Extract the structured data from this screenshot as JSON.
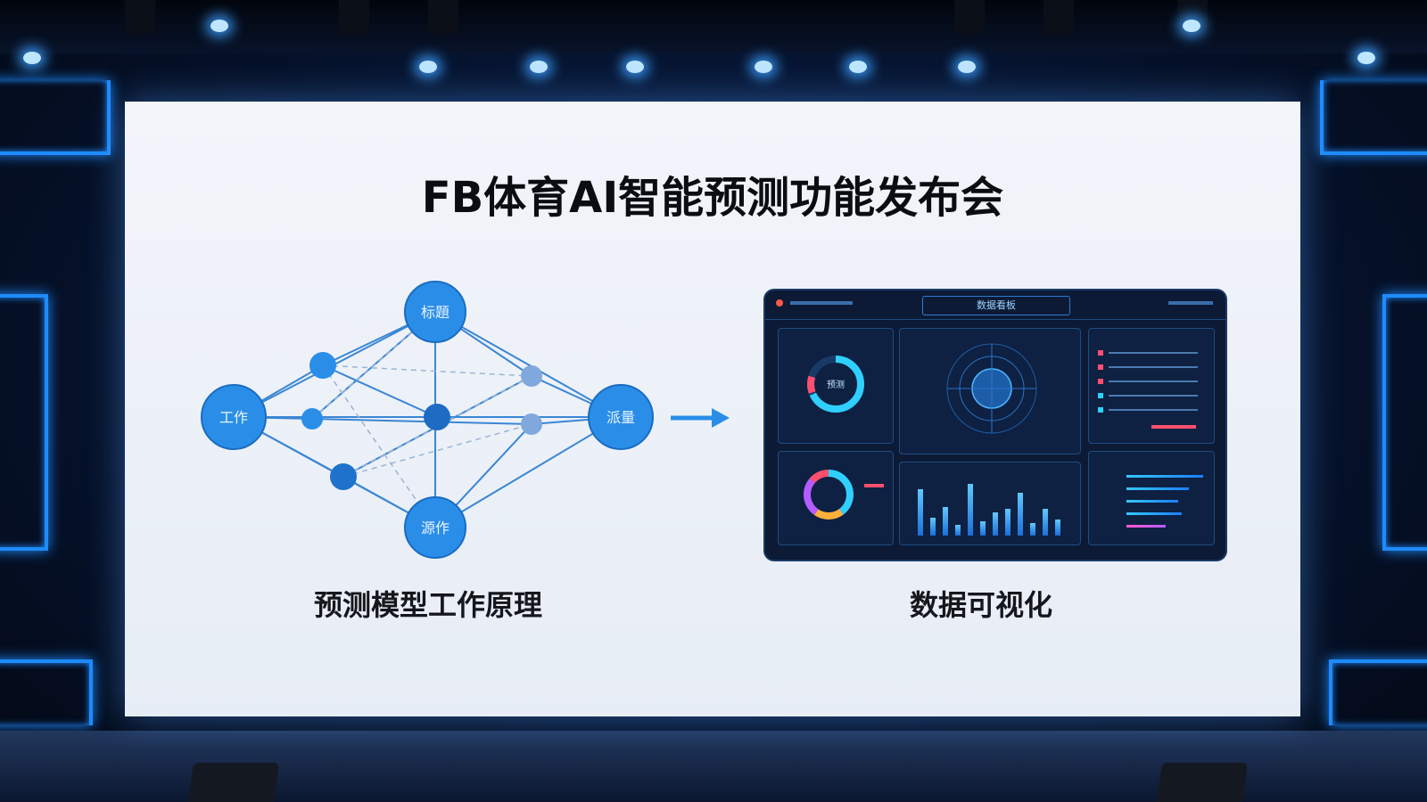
{
  "slide": {
    "title": "FB体育AI智能预测功能发布会",
    "left_caption": "预测模型工作原理",
    "right_caption": "数据可视化"
  },
  "diagram": {
    "nodes": [
      {
        "id": "top",
        "label": "标題"
      },
      {
        "id": "left",
        "label": "工作"
      },
      {
        "id": "right",
        "label": "派量"
      },
      {
        "id": "bottom",
        "label": "源作"
      }
    ]
  },
  "dashboard": {
    "header_title": "数据看板",
    "gauge_label": "预测"
  },
  "colors": {
    "accent": "#1e8bff",
    "node_fill": "#2a8ee8",
    "screen_bg": "#eef2f8",
    "dash_bg": "#0c1a35"
  }
}
